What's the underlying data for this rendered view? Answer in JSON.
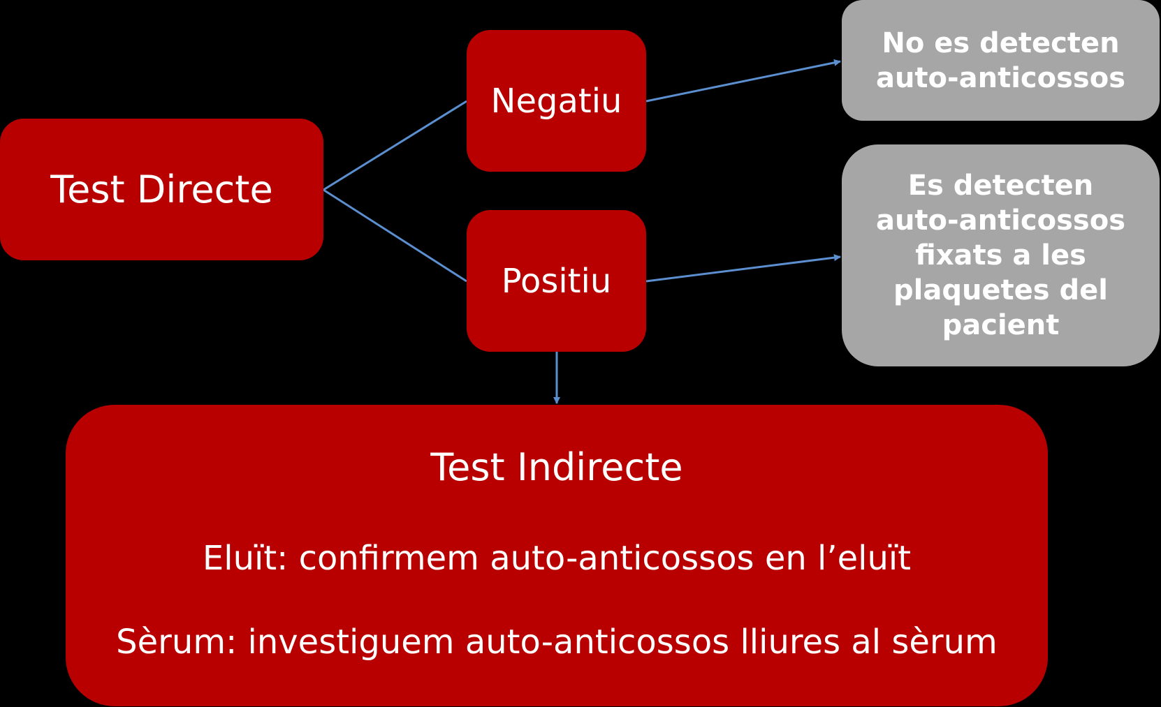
{
  "diagram": {
    "test_directe": "Test Directe",
    "negatiu": "Negatiu",
    "positiu": "Positiu",
    "no_detecten": {
      "line1": "No es detecten",
      "line2": "auto-anticossos"
    },
    "es_detecten": {
      "line1": "Es detecten",
      "line2": "auto-anticossos",
      "line3": "fixats a les",
      "line4": "plaquetes del",
      "line5": "pacient"
    },
    "test_indirecte": {
      "title": "Test Indirecte",
      "eluit": "Eluït: confirmem auto-anticossos en l’eluït",
      "serum": "Sèrum: investiguem auto-anticossos lliures al sèrum"
    }
  },
  "colors": {
    "background": "#000000",
    "red_box": "#b90000",
    "gray_box": "#a6a6a6",
    "connector": "#5b8fcf",
    "text": "#ffffff"
  }
}
